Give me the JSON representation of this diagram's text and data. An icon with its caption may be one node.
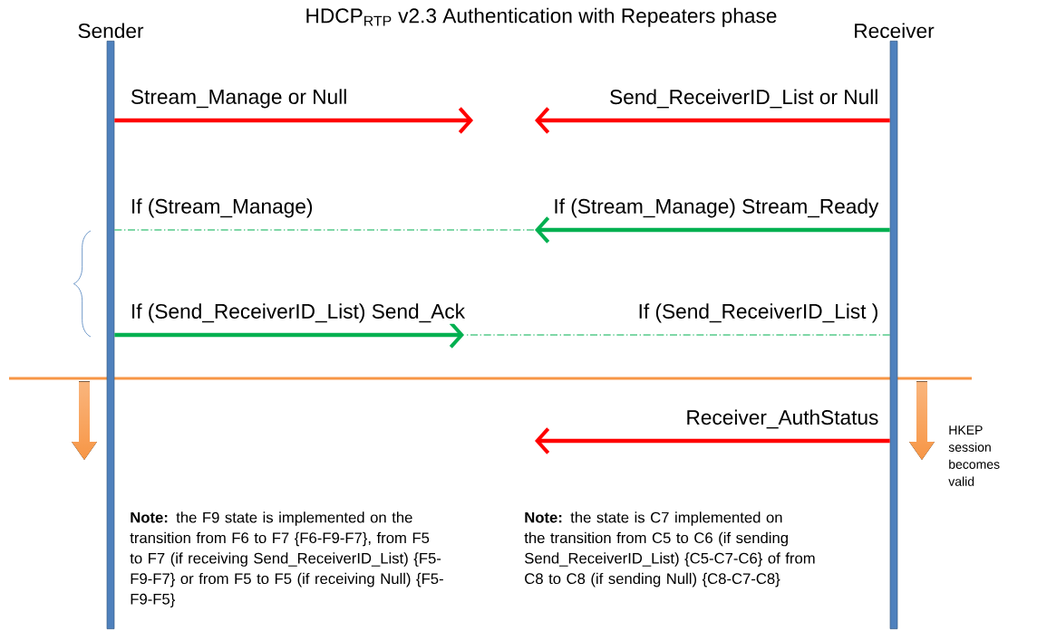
{
  "diagram": {
    "title": "HDCP$_{RTP}$ v2.3 Authentication with Repeaters phase",
    "nodes": [
      {
        "text": [
          "Sender"
        ]
      },
      {
        "text": [
          "Receiver"
        ]
      }
    ],
    "edges": [
      {
        "from": 0,
        "to": null,
        "arrow": "to",
        "label": "Stream_Manage or Null",
        "color": "#ff0000"
      },
      {
        "from": 1,
        "to": null,
        "arrow": "to",
        "label": "Send_ReceiverID_List or Null",
        "color": "#ff0000"
      },
      {
        "from": 0,
        "to": null,
        "arrow": "none",
        "label": "If (Stream_Manage)",
        "style": "dashed",
        "color": "#00b050"
      },
      {
        "from": 1,
        "to": null,
        "arrow": "to",
        "label": "If (Stream_Manage) Stream_Ready",
        "color": "#00b050"
      },
      {
        "from": 0,
        "to": null,
        "arrow": "to",
        "label": "If (Send_ReceiverID_List) Send_Ack",
        "color": "#00b050"
      },
      {
        "from": 1,
        "to": null,
        "arrow": "none",
        "label": "If (Send_ReceiverID_List )",
        "style": "dashed",
        "color": "#00b050"
      },
      {
        "from": 1,
        "to": null,
        "arrow": "to",
        "label": "Receiver_AuthStatus",
        "color": "#ff0000"
      }
    ],
    "labels": [
      "HKEP session becomes valid",
      "**Note:** the F9 state is implemented on the transition from F6 to F7 {F6-F9-F7}, from F5 to F7 (if receiving Send_ReceiverID_List) {F5-F9-F7} or from F5 to F5 (if receiving Null) {F5-F9-F5}",
      "**Note:** the state is C7 implemented on the transition from C5 to C6 (if sending Send_ReceiverID_List) {C5-C7-C6} of from C8 to C8 (if sending Null) {C8-C7-C8}"
    ]
  }
}
